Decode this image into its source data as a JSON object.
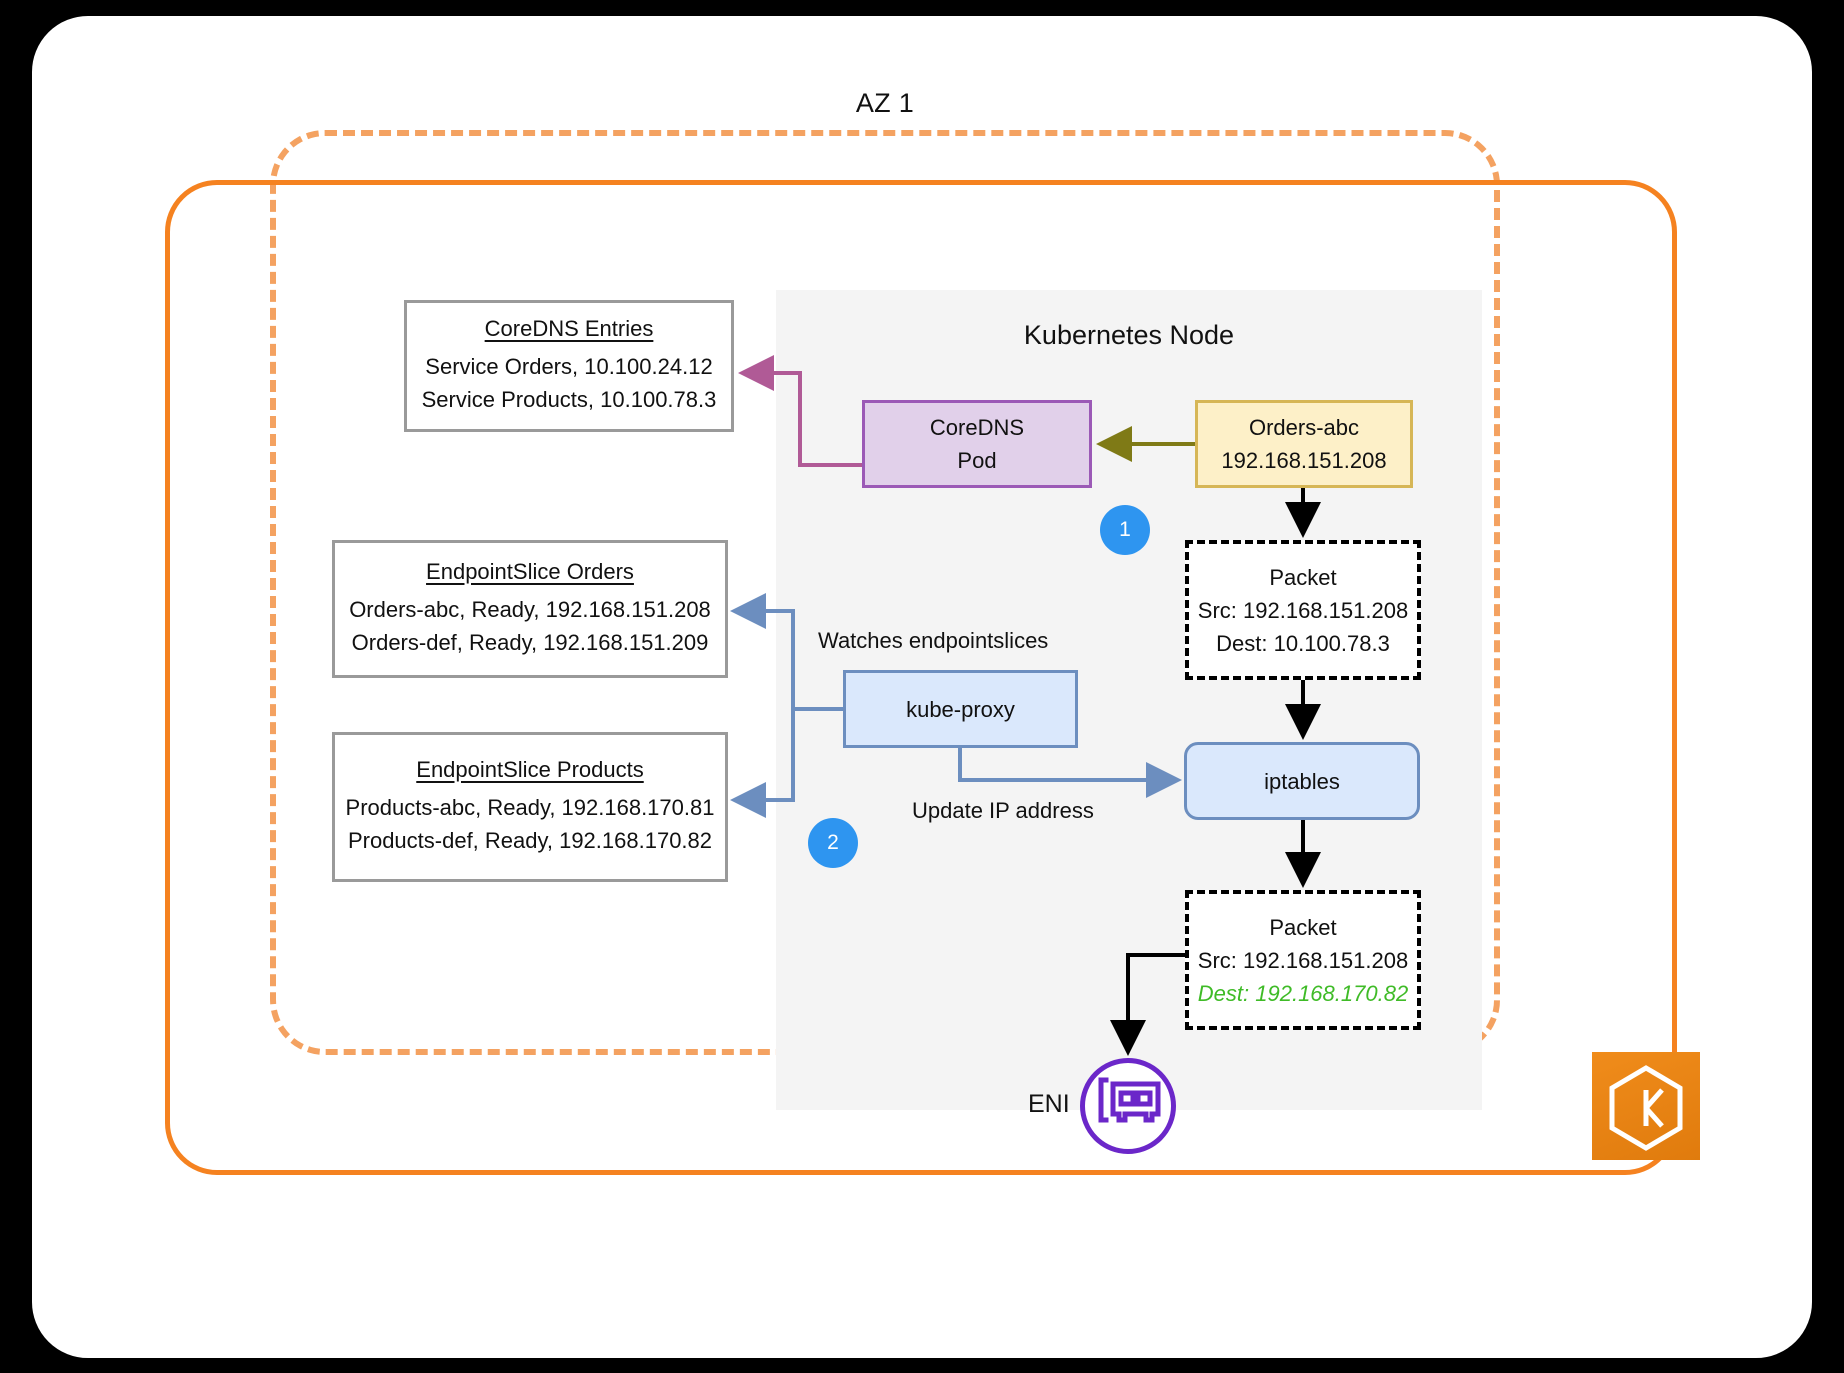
{
  "diagram": {
    "az_title": "AZ 1",
    "node_title": "Kubernetes Node"
  },
  "boxes": {
    "coredns_entries": {
      "title": "CoreDNS Entries",
      "lines": [
        "Service Orders, 10.100.24.12",
        "Service Products, 10.100.78.3"
      ]
    },
    "endpointslice_orders": {
      "title": "EndpointSlice Orders",
      "lines": [
        "Orders-abc, Ready, 192.168.151.208",
        "Orders-def, Ready, 192.168.151.209"
      ]
    },
    "endpointslice_products": {
      "title": "EndpointSlice Products",
      "lines": [
        "Products-abc, Ready, 192.168.170.81",
        "Products-def, Ready, 192.168.170.82"
      ]
    }
  },
  "pods": {
    "coredns_pod": {
      "line1": "CoreDNS",
      "line2": "Pod"
    },
    "orders_pod": {
      "line1": "Orders-abc",
      "line2": "192.168.151.208"
    },
    "kube_proxy": {
      "label": "kube-proxy"
    },
    "iptables": {
      "label": "iptables"
    }
  },
  "packets": {
    "packet_top": {
      "title": "Packet",
      "src": "Src: 192.168.151.208",
      "dest": "Dest: 10.100.78.3"
    },
    "packet_bottom": {
      "title": "Packet",
      "src": "Src: 192.168.151.208",
      "dest": "Dest: 192.168.170.82"
    }
  },
  "labels": {
    "watches": "Watches endpointslices",
    "update_ip": "Update IP address",
    "eni": "ENI",
    "eks_letter": "K"
  },
  "badges": {
    "one": "1",
    "two": "2"
  },
  "colors": {
    "vpc_border": "#f58220",
    "az_border": "#f4a261",
    "node_panel": "#f4f4f4",
    "badge": "#2e95f0",
    "coredns_fill": "#e1d0ea",
    "coredns_border": "#9b59b6",
    "orders_fill": "#fdf0c8",
    "orders_border": "#d6b656",
    "blue_fill": "#dae8fc",
    "blue_border": "#6c8ebf",
    "dns_arrow": "#b05a96",
    "dns_query_arrow": "#7f7a16",
    "highlight_green": "#3fbb27",
    "eni_purple": "#6b27c9",
    "eks_orange": "#e07b0d"
  }
}
